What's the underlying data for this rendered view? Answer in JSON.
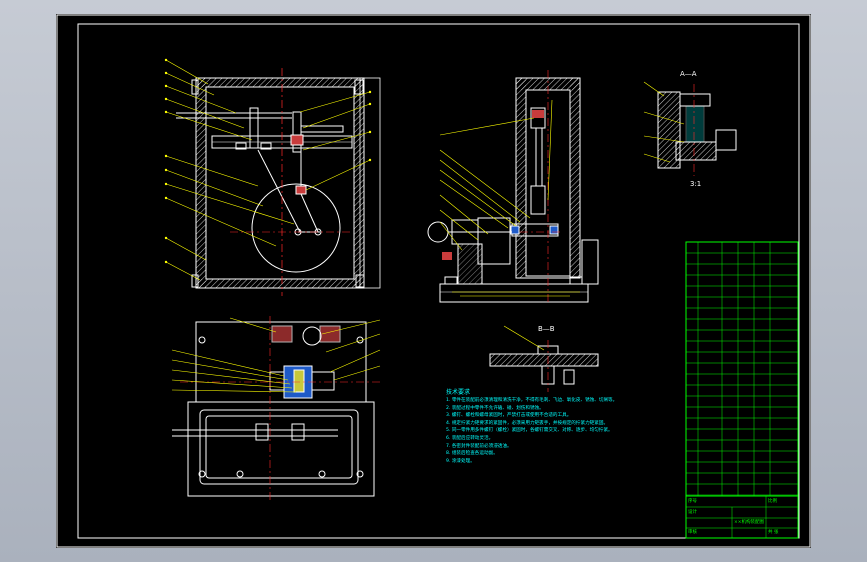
{
  "views": {
    "section_aa": "A—A",
    "section_bb": "B—B",
    "scale_note": "3:1"
  },
  "tech_requirements": {
    "title": "技术要求",
    "lines": [
      "1. 零件在装配前必须清理和清洗干净，不得有毛刺、飞边、氧化皮、锈蚀、切屑等。",
      "2. 装配过程中零件不允许磕、碰、划伤和锈蚀。",
      "3. 螺钉、螺栓和螺母紧固时，严禁打击或使用不合适的工具。",
      "4. 规定拧紧力矩要求的紧固件，必须采用力矩扳手，并按规定的拧紧力矩紧固。",
      "5. 同一零件用多件螺钉（螺栓）紧固时，各螺钉需交叉、对称、逐步、均匀拧紧。",
      "6. 装配后应转动灵活。",
      "7. 各密封件装配前必须浸透油。",
      "8. 组装后检查各运动副。",
      "9. 涂漆处理。"
    ]
  },
  "title_block": {
    "drawing_name": "××机构装配图",
    "part_no_label": "序号",
    "designer_label": "设计",
    "check_label": "审核",
    "scale_label": "比例",
    "sheet_label": "共 张"
  },
  "colors": {
    "sheet": "#000000",
    "frame": "#ffffff",
    "outline": "#ffffff",
    "hatch": "#ffffff",
    "center": "#ff2a2a",
    "leader": "#ffff00",
    "balloon": "#ffff00",
    "dim": "#ffff00",
    "table": "#00ff00",
    "text_green": "#00ff00",
    "text_cyan": "#00ffff"
  }
}
